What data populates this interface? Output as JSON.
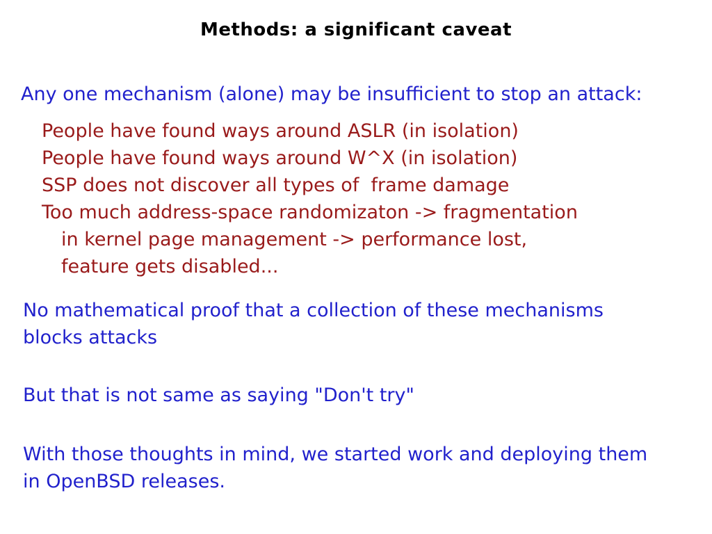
{
  "slide": {
    "title": "Methods: a significant caveat",
    "intro": "Any one mechanism (alone) may be insufficient to stop an attack:",
    "points": [
      {
        "text": "People have found ways around ASLR (in isolation)",
        "indent": 1
      },
      {
        "text": "People have found ways around W^X (in isolation)",
        "indent": 1
      },
      {
        "text": "SSP does not discover all types of  frame damage",
        "indent": 1
      },
      {
        "text": "Too much address-space randomizaton -> fragmentation",
        "indent": 1
      },
      {
        "text": "in kernel page management -> performance lost,",
        "indent": 2
      },
      {
        "text": "feature gets disabled...",
        "indent": 2
      }
    ],
    "paragraphs": [
      "No mathematical proof that a collection of these mechanisms blocks attacks",
      "But that is not same as saying \"Don't try\"",
      "With those thoughts in mind, we started work and deploying them in OpenBSD releases."
    ],
    "colors": {
      "background": "#ffffff",
      "title_text": "#000000",
      "body_blue": "#2121cc",
      "caveat_maroon": "#991a1a"
    }
  }
}
